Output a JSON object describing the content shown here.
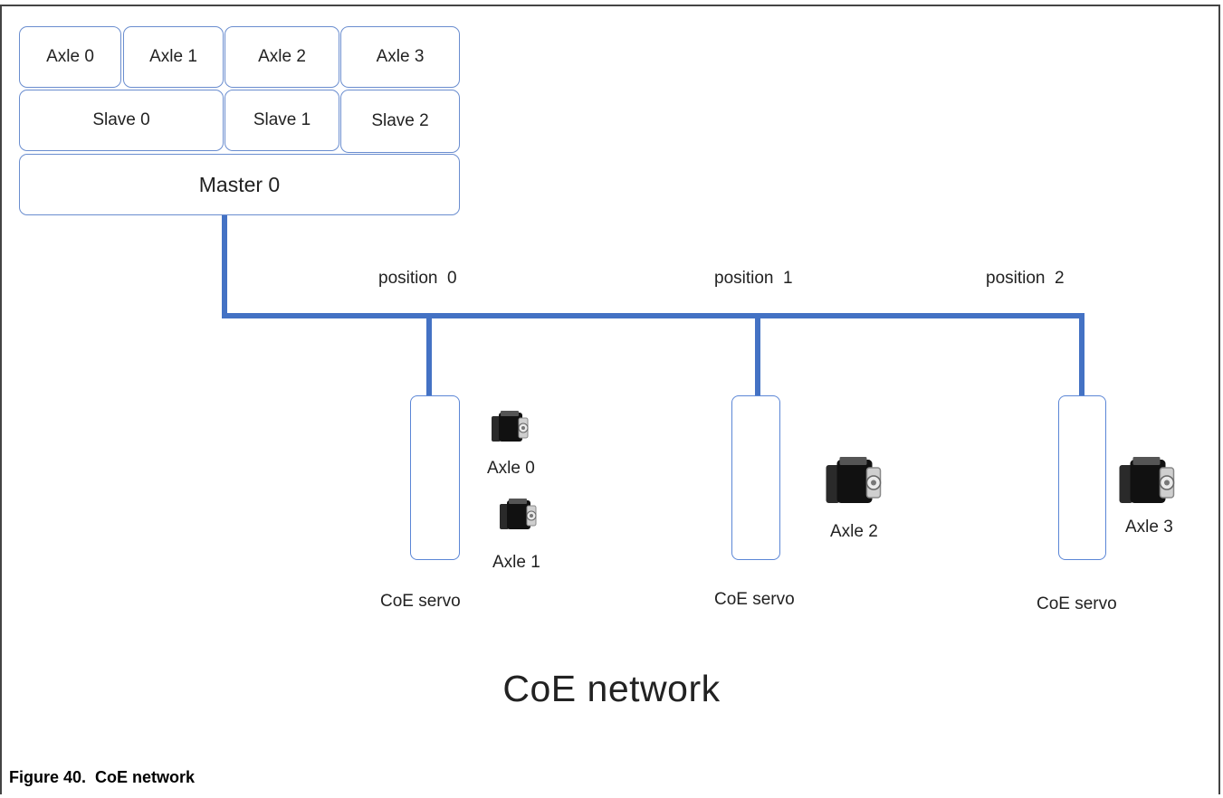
{
  "stack": {
    "axles": [
      "Axle 0",
      "Axle 1",
      "Axle 2",
      "Axle 3"
    ],
    "slaves": [
      "Slave 0",
      "Slave 1",
      "Slave 2"
    ],
    "master": "Master 0"
  },
  "bus": {
    "positions": [
      "position  0",
      "position  1",
      "position  2"
    ]
  },
  "servos": [
    {
      "label": "CoE servo",
      "axles": [
        "Axle 0",
        "Axle 1"
      ]
    },
    {
      "label": "CoE servo",
      "axles": [
        "Axle 2"
      ]
    },
    {
      "label": "CoE servo",
      "axles": [
        "Axle 3"
      ]
    }
  ],
  "network_title": "CoE network",
  "caption": "Figure 40.  CoE network",
  "colors": {
    "bus": "#4472c4",
    "box_border": "#6a8dcf"
  }
}
